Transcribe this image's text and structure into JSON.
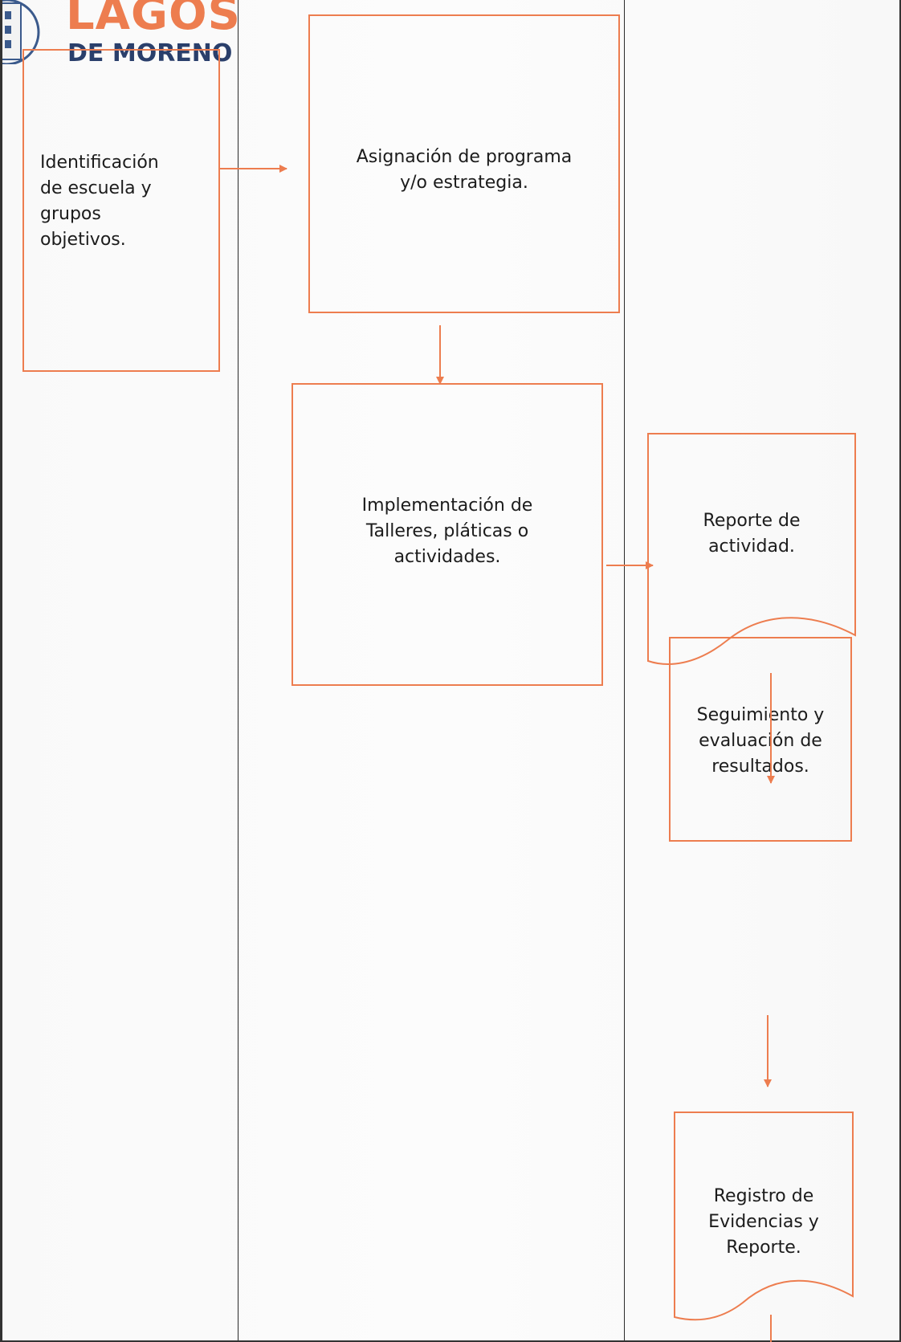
{
  "logo": {
    "text_line1": "LAGOS",
    "text_line2": "DE MORENO"
  },
  "colors": {
    "accent": "#ed7d4f",
    "lane_border": "#2a2a2a",
    "text": "#1c1c1c"
  },
  "flowchart": {
    "nodes": [
      {
        "id": "identificacion",
        "shape": "process",
        "label": "Identificación\nde escuela y\ngrupos\nobjetivos."
      },
      {
        "id": "asignacion",
        "shape": "process",
        "label": "Asignación de programa\ny/o estrategia."
      },
      {
        "id": "implementacion",
        "shape": "process",
        "label": "Implementación de\nTalleres, pláticas o\nactividades."
      },
      {
        "id": "reporte",
        "shape": "document",
        "label": "Reporte de\nactividad."
      },
      {
        "id": "seguimiento",
        "shape": "process",
        "label": "Seguimiento y\nevaluación de\nresultados."
      },
      {
        "id": "registro",
        "shape": "document",
        "label": "Registro de\nEvidencias y\nReporte."
      }
    ],
    "edges": [
      {
        "from": "identificacion",
        "to": "asignacion"
      },
      {
        "from": "asignacion",
        "to": "implementacion"
      },
      {
        "from": "implementacion",
        "to": "reporte"
      },
      {
        "from": "reporte",
        "to": "seguimiento"
      },
      {
        "from": "seguimiento",
        "to": "registro"
      }
    ]
  }
}
